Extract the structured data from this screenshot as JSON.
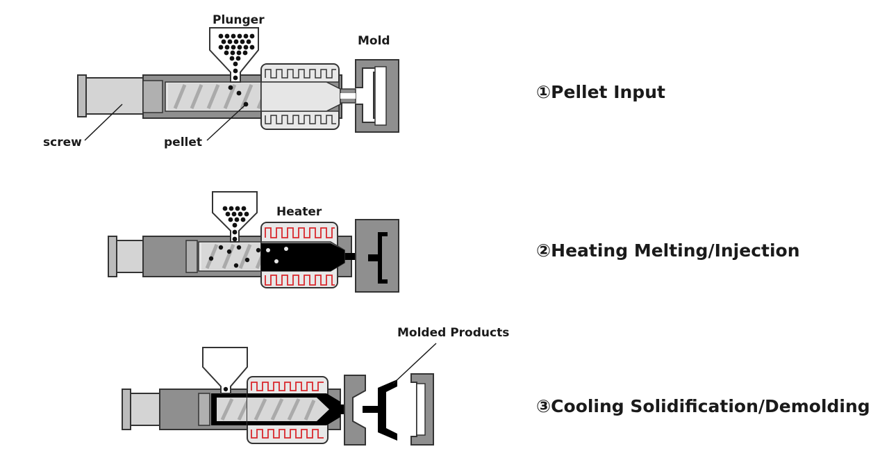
{
  "labels": {
    "plunger": "Plunger",
    "mold": "Mold",
    "screw": "screw",
    "pellet": "pellet",
    "heater": "Heater",
    "molded_products": "Molded Products"
  },
  "steps": [
    {
      "label": "①Pellet Input"
    },
    {
      "label": "②Heating Melting/Injection"
    },
    {
      "label": "③Cooling Solidification/Demolding"
    }
  ],
  "colors": {
    "barrel": "#8c8c8c",
    "barrel_inner": "#e6e6e6",
    "screw_fill": "#bdbdbd",
    "outline": "#333333",
    "pellet": "#111111",
    "molten_resin": "#000000",
    "heater_coil": "#d9262b",
    "heater_housing": "#e8e8e8"
  }
}
